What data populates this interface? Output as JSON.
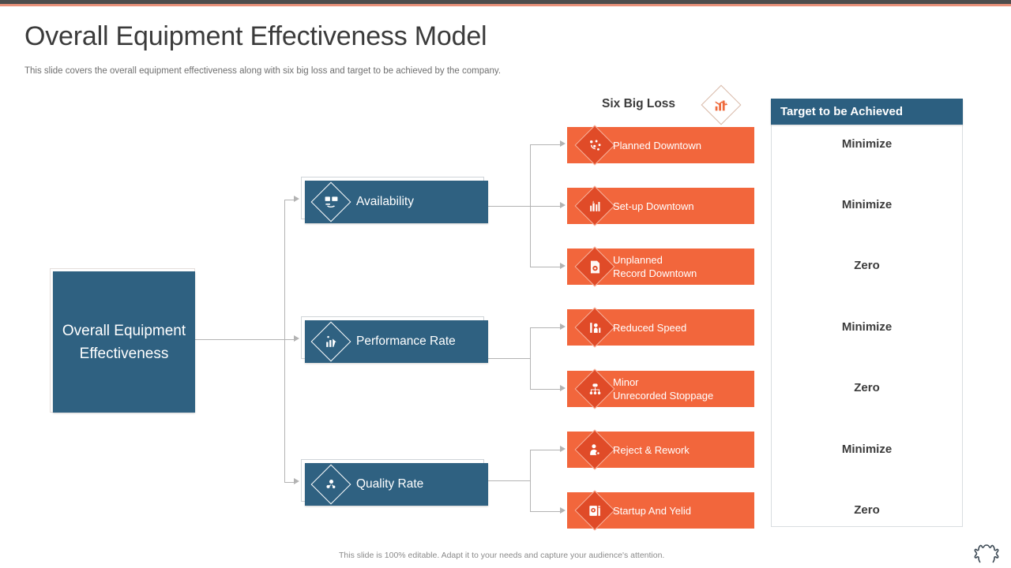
{
  "slide": {
    "title": "Overall Equipment Effectiveness Model",
    "subtitle": "This slide covers the overall equipment effectiveness along with six big loss and target to be achieved by the company.",
    "footer_note": "This slide is 100% editable.  Adapt it to your needs and capture your audience's attention.",
    "gear_icon": "gear-icon"
  },
  "colors": {
    "blue": "#2F6181",
    "blue_dark": "#2C5F80",
    "orange": "#F2663C",
    "orange_dark": "#E04B28",
    "accent_bar": "#E8917A",
    "top_bar": "#4D4D4D",
    "connector": "#B3B3B3",
    "text_dark": "#3B3B3B"
  },
  "root": {
    "label": "Overall\nEquipment\nEffectiveness"
  },
  "pillars": [
    {
      "label": "Availability",
      "icon": "dashboard-screens-icon"
    },
    {
      "label": "Performance Rate",
      "icon": "bar-chart-arrow-icon"
    },
    {
      "label": "Quality Rate",
      "icon": "quality-gears-icon"
    }
  ],
  "six_big_loss": {
    "heading": "Six Big Loss",
    "icon": "declining-bar-chart-icon",
    "items": [
      {
        "label": "Planned Downtown",
        "icon": "network-nodes-icon"
      },
      {
        "label": "Set-up Downtown",
        "icon": "factory-setup-icon"
      },
      {
        "label": "Unplanned\nRecord Downtown",
        "icon": "document-gear-icon"
      },
      {
        "label": "Reduced Speed",
        "icon": "speed-gauge-icon"
      },
      {
        "label": "Minor\nUnrecorded Stoppage",
        "icon": "hierarchy-nodes-icon"
      },
      {
        "label": "Reject & Rework",
        "icon": "worker-settings-icon"
      },
      {
        "label": "Startup And Yelid",
        "icon": "startup-machine-icon"
      }
    ]
  },
  "target_panel": {
    "header": "Target to be Achieved",
    "values": [
      "Minimize",
      "Minimize",
      "Zero",
      "Minimize",
      "Zero",
      "Minimize",
      "Zero"
    ]
  }
}
